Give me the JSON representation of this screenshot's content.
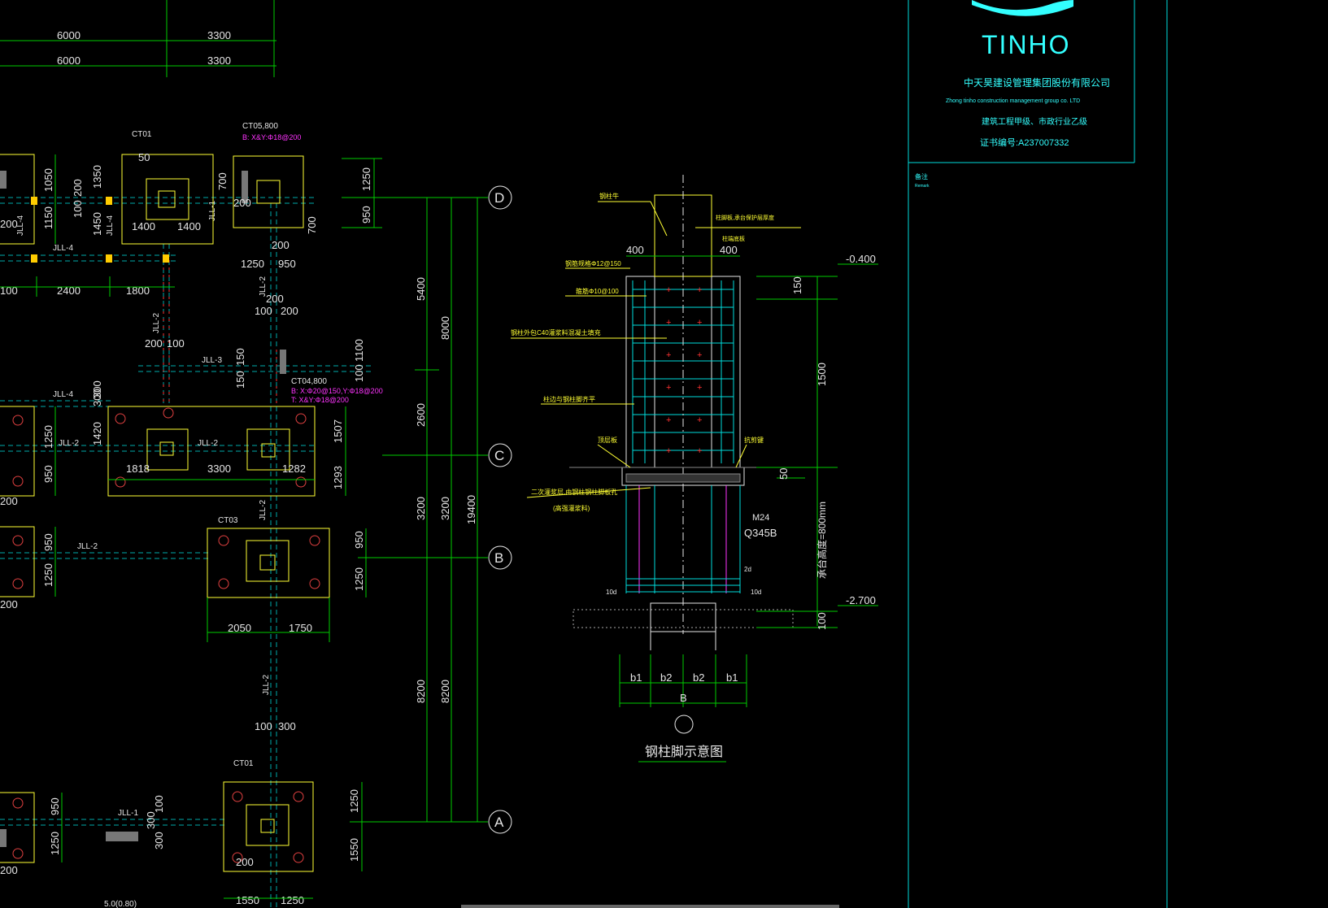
{
  "app": {
    "title": "Steel column base plan drawing"
  },
  "title_block": {
    "logo_text": "TINHO",
    "company_cn": "中天昊建设管理集团股份有限公司",
    "company_en": "Zhong tinho construction management group co. LTD",
    "qualification": "建筑工程甲级、市政行业乙级",
    "certificate": "证书编号:A237007332",
    "note_label": "备注",
    "note_sub": "Remark"
  },
  "grid_axes": {
    "D": "D",
    "C": "C",
    "B": "B",
    "A": "A"
  },
  "top_dims": {
    "row1": [
      "6000",
      "3300"
    ],
    "row2": [
      "6000",
      "3300"
    ]
  },
  "right_dims": {
    "segments": [
      "5400",
      "2600",
      "3200",
      "8200"
    ],
    "mid": [
      "8000",
      "3200",
      "8200"
    ],
    "total": "19400",
    "d_pair": [
      "1250",
      "950"
    ]
  },
  "caps": {
    "ct01_top": {
      "tag": "CT01",
      "d50": "50",
      "left": "1400",
      "right": "1400",
      "h1": "1350",
      "h2": "1450",
      "v1": "200",
      "v2": "100"
    },
    "ct05": {
      "tag": "CT05,800",
      "rebar": "B: X&Y:Φ18@200",
      "w1": "1250",
      "w2": "950",
      "h1": "700",
      "h2": "700",
      "d1": "200",
      "d2": "200"
    },
    "ct04": {
      "tag": "CT04,800",
      "rebar1": "B: X:Φ20@150,Y:Φ18@200",
      "rebar2": "T: X&Y:Φ18@200",
      "w1": "1818",
      "w2": "3300",
      "w3": "1282",
      "h1": "1507",
      "h2": "1293",
      "h3": "1420",
      "d1": "300"
    },
    "ct03": {
      "tag": "CT03",
      "w1": "2050",
      "w2": "1750",
      "h1": "950",
      "h2": "1250"
    },
    "ct01_bottom": {
      "tag": "CT01",
      "w1": "1550",
      "w2": "1250",
      "h1": "1250",
      "h2": "1550",
      "d1": "200"
    }
  },
  "left_dims": {
    "a": "1050",
    "b": "1150",
    "c": "200",
    "d": "2400",
    "e": "1800",
    "f": "100",
    "g": "1250",
    "h": "950",
    "i": "200",
    "j": "950",
    "k": "1250",
    "l": "950",
    "m": "1250",
    "n": "200"
  },
  "misc_dims": {
    "a": "200",
    "b": "100",
    "c": "200",
    "d": "100",
    "e": "200",
    "f": "1100",
    "g": "100",
    "h": "150",
    "i": "150",
    "j": "100",
    "k": "300",
    "l": "100",
    "m": "300",
    "n": "300",
    "o": "100",
    "p": "300",
    "q": "5.0(0.80)"
  },
  "beams": {
    "jll1": "JLL-1",
    "jll2": "JLL-2",
    "jll3": "JLL-3",
    "jll4": "JLL-4"
  },
  "detail": {
    "title": "钢柱脚示意图",
    "top_label": "钢柱牛",
    "left_labels": [
      "钢筋规格Φ12@150",
      "箍筋Φ10@100",
      "钢柱外包C40灌浆料混凝土填充",
      "柱边与钢柱脚齐平",
      "顶层板",
      "二次灌浆层,由钢柱钢柱脚板孔",
      "(高强灌浆料)"
    ],
    "right_labels": [
      "柱脚板,承台保护层厚度",
      "柱端底板",
      "抗剪键"
    ],
    "dim_400_l": "400",
    "dim_400_r": "400",
    "elev_top": "-0.400",
    "elev_bot": "-2.700",
    "dim_150": "150",
    "dim_1500": "1500",
    "dim_50": "50",
    "dim_100": "100",
    "depth_label": "承台高度=800mm",
    "bolt": "M24",
    "steel": "Q345B",
    "ld_left": "10d",
    "ld_right": "10d",
    "dim_2d": "2d",
    "bottom_dims": [
      "b1",
      "b2",
      "b2",
      "b1"
    ],
    "axis_b": "B"
  }
}
